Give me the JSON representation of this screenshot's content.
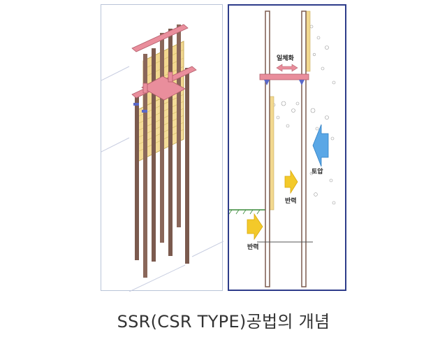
{
  "caption": "SSR(CSR TYPE)공법의 개념",
  "labels": {
    "integration": "일체화",
    "earth_pressure": "토압",
    "reaction_upper": "반력",
    "reaction_lower": "반력"
  },
  "colors": {
    "pile": "#7b5a4e",
    "strut": "#e98e9c",
    "wale": "#f2d88f",
    "frame_border": "#2d3c8a",
    "arrow_yellow": "#f3c92a",
    "arrow_blue": "#5aa7e6"
  }
}
